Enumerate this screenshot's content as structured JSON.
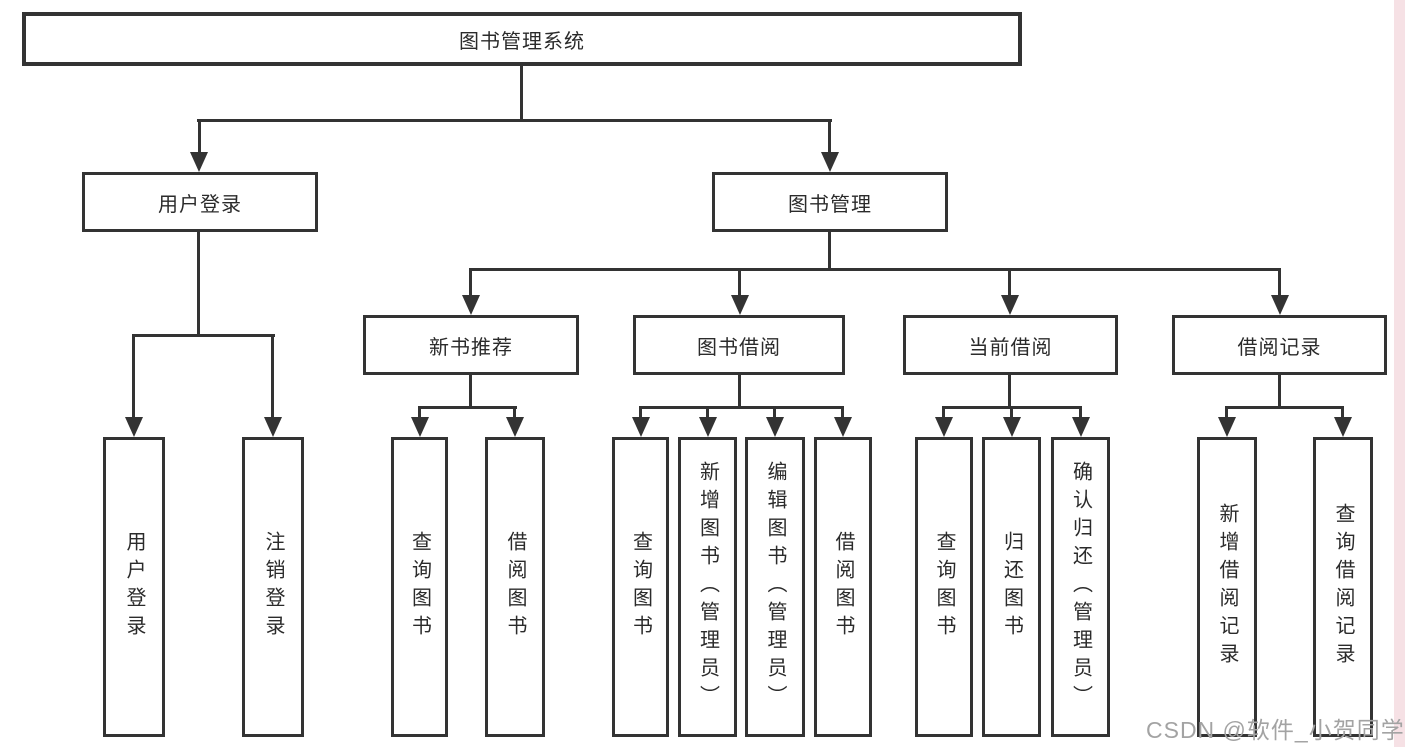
{
  "diagram": {
    "root": {
      "label": "图书管理系统"
    },
    "level2": [
      {
        "label": "用户登录"
      },
      {
        "label": "图书管理"
      }
    ],
    "level3": [
      {
        "label": "新书推荐"
      },
      {
        "label": "图书借阅"
      },
      {
        "label": "当前借阅"
      },
      {
        "label": "借阅记录"
      }
    ],
    "leaves": {
      "login": [
        "用户登录",
        "注销登录"
      ],
      "newbook": [
        "查询图书",
        "借阅图书"
      ],
      "borrow": [
        "查询图书",
        "新增图书（管理员）",
        "编辑图书（管理员）",
        "借阅图书"
      ],
      "current": [
        "查询图书",
        "归还图书",
        "确认归还（管理员）"
      ],
      "records": [
        "新增借阅记录",
        "查询借阅记录"
      ]
    },
    "colors": {
      "line": "#333333",
      "text": "#2b2b2b",
      "background": "#ffffff",
      "watermark_text": "#a3a3a3",
      "right_strip": "#f6e1e5"
    }
  },
  "watermark": {
    "text": "CSDN @软件_小贺同学"
  }
}
